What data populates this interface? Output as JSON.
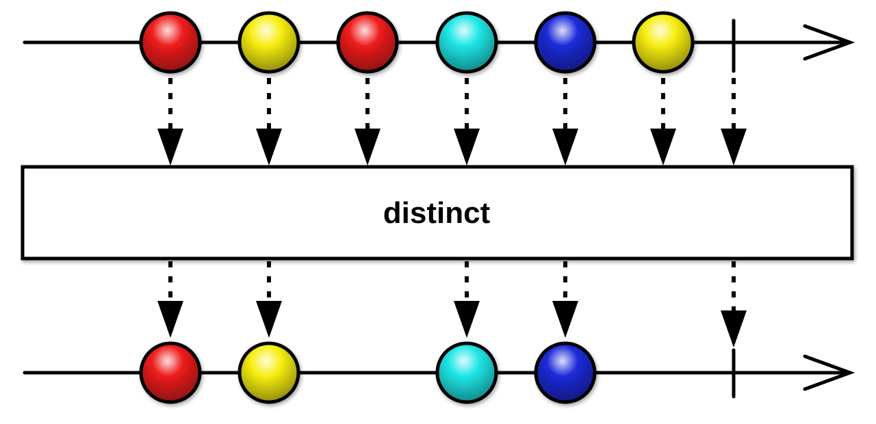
{
  "operator": {
    "label": "distinct"
  },
  "colors": {
    "red": "#ee1c1c",
    "yellow": "#f7ee12",
    "cyan": "#1fe6e6",
    "blue": "#1c2bd8",
    "line": "#000000",
    "box_fill": "#ffffff"
  },
  "input": {
    "emissions": [
      "red",
      "yellow",
      "red",
      "cyan",
      "blue",
      "yellow"
    ],
    "completes": true
  },
  "output": {
    "emissions": [
      "red",
      "yellow",
      null,
      "cyan",
      "blue",
      null
    ],
    "completes": true
  },
  "icons": {
    "timeline_arrow": "open-arrowhead-icon",
    "completion": "vertical-bar-icon",
    "connector": "dotted-arrow-icon"
  }
}
